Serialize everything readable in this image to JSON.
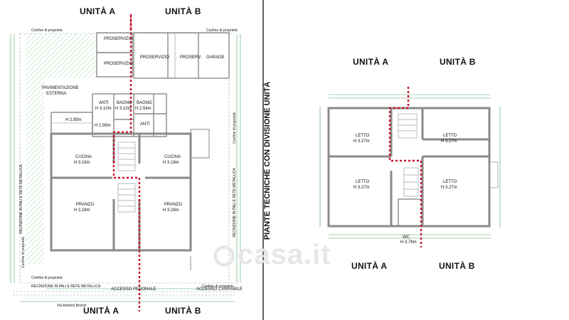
{
  "labels": {
    "unit_a": "UNITÀ A",
    "unit_b": "UNITÀ B",
    "vertical_title": "PIANTE TECNICHE CON DIVISIONE UNITÀ",
    "watermark": "casa.it"
  },
  "ground_floor": {
    "rooms": {
      "proservizio_1": "PROSERVIZIO",
      "proservizio_2": "PROSERVIZIO",
      "proservizio_3": "PROSERVIZIO",
      "proserv": "PROSERV.",
      "garage": "GARAGE",
      "pavimentazione_1": "PAVIMENTAZIONE",
      "pavimentazione_2": "ESTERNA",
      "anti_1": "ANTI",
      "anti_1_h": "H 3.10m",
      "bagno_1": "BAGNO",
      "bagno_1_h": "H 3.10m",
      "bagno_2": "BAGNO",
      "bagno_2_h": "H 2.54m",
      "h_295": "H 2.95m",
      "h_299": "H 2.99m",
      "anti_2": "ANTI",
      "cucina_a": "CUCINA",
      "cucina_a_h": "H 3.18m",
      "cucina_b": "CUCINA",
      "cucina_b_h": "H 3.18m",
      "pranzo_a": "PRANZO",
      "pranzo_a_h": "H 3.28m",
      "pranzo_b": "PRANZO",
      "pranzo_b_h": "H 3.28m"
    },
    "notes": {
      "confine_top": "Confine di proprietà",
      "confine_left": "Confine di proprietà",
      "confine_bottom": "Confine di proprietà",
      "confine_right": "Confine di proprietà",
      "recinzione_left": "RECINZIONE IN PALI E RETE METALLICA",
      "recinzione_right": "RECINZIONE IN PALI E RETE METALLICA",
      "recinzione_bottom": "RECINZIONE IN PALI E RETE METALLICA",
      "accesso_pedonale": "ACCESSO PEDONALE",
      "accesso_carrabile": "ACCESSO CARRABILE",
      "via": "Via Antonio Bozioli"
    }
  },
  "upper_floor": {
    "rooms": {
      "letto_1": "LETTO",
      "letto_1_h": "H 3.27m",
      "letto_2": "LETTO",
      "letto_2_h": "H 3.27m",
      "letto_3": "LETTO",
      "letto_3_h": "H 3.27m",
      "letto_4": "LETTO",
      "letto_4_h": "H 3.27m",
      "wc": "WC",
      "wc_h": "H 3.76m"
    }
  },
  "colors": {
    "wall": "#8a8a8a",
    "thin_line": "#9aa3ad",
    "dimension": "#4aa55a",
    "division": "#c8102e",
    "text": "#111111",
    "hatch": "#bcdcbc",
    "watermark": "#e7e7e7"
  }
}
